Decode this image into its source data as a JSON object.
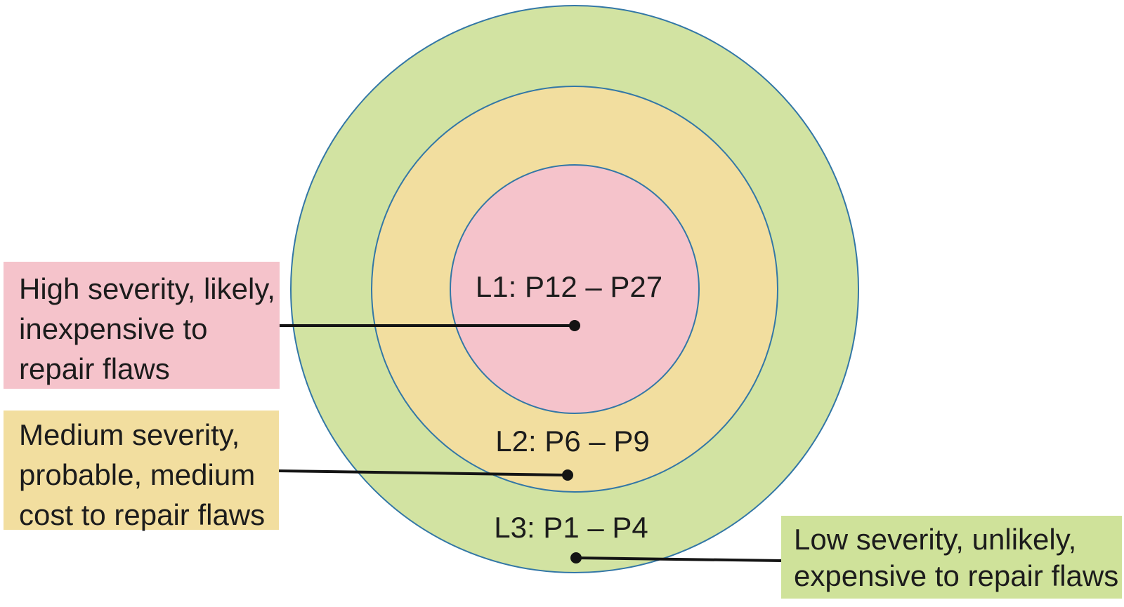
{
  "diagram": {
    "rings": {
      "l1": {
        "label": "L1: P12 – P27"
      },
      "l2": {
        "label": "L2: P6 – P9"
      },
      "l3": {
        "label": "L3: P1 – P4"
      }
    },
    "callouts": {
      "high": {
        "lines": [
          "High severity, likely,",
          "inexpensive to",
          "repair flaws"
        ]
      },
      "medium": {
        "lines": [
          "Medium severity,",
          "probable, medium",
          "cost to repair flaws"
        ]
      },
      "low": {
        "lines": [
          "Low severity, unlikely,",
          "expensive to repair flaws"
        ]
      }
    },
    "colors": {
      "ring_outer": "#d2e3a2",
      "ring_middle": "#f2de9f",
      "ring_inner": "#f5c3cb",
      "ring_stroke": "#3377a6",
      "box_high": "#f5c3cb",
      "box_medium": "#f2de9f",
      "box_low": "#cfe29a",
      "connector": "#141414",
      "text": "#1c1c1c",
      "background": "#ffffff"
    }
  }
}
